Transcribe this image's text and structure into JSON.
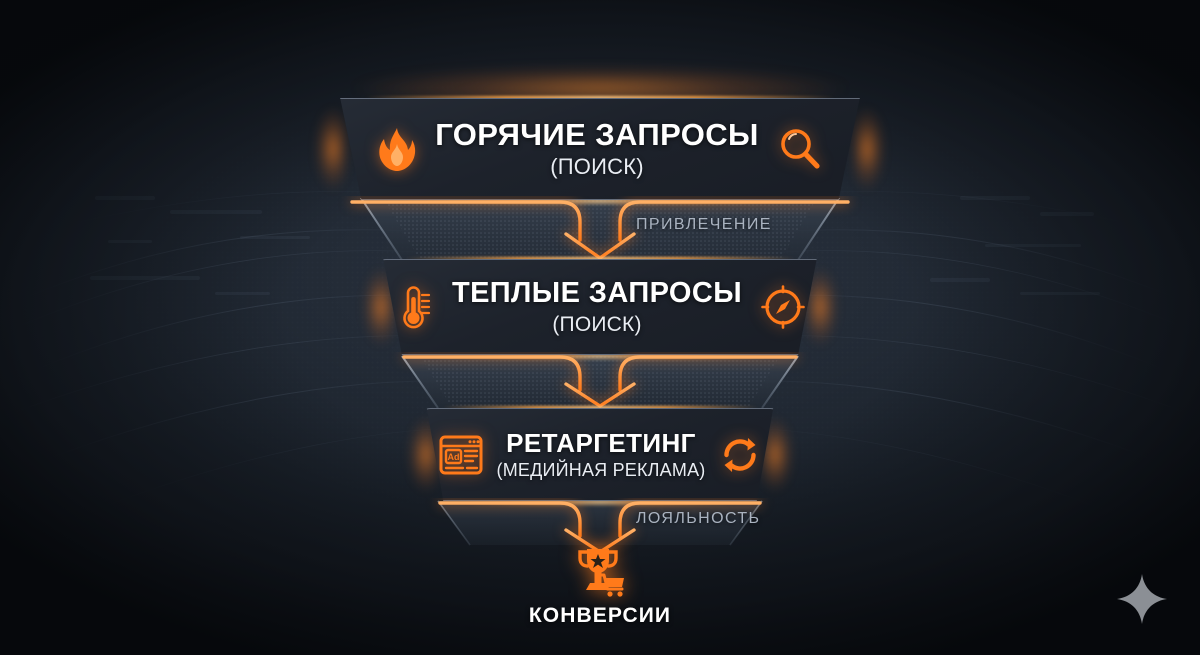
{
  "meta": {
    "background_color": "#1a212a",
    "accent_color": "#ff7a1a",
    "accent_light": "#ff9a45",
    "panel_color": "#1d222b",
    "border_color": "#9caabe",
    "text_color": "#ffffff",
    "muted_text_color": "#aab3c0"
  },
  "funnel": {
    "stages": [
      {
        "id": "hot-queries",
        "title": "ГОРЯЧИЕ ЗАПРОСЫ",
        "subtitle": "(ПОИСК)",
        "left_icon": "fire-icon",
        "right_icon": "magnifier-icon"
      },
      {
        "id": "warm-queries",
        "title": "ТЕПЛЫЕ ЗАПРОСЫ",
        "subtitle": "(ПОИСК)",
        "left_icon": "thermometer-icon",
        "right_icon": "compass-icon"
      },
      {
        "id": "retargeting",
        "title": "РЕТАРГЕТИНГ",
        "subtitle": "(МЕДИЙНАЯ РЕКЛАМА)",
        "left_icon": "ad-banner-icon",
        "right_icon": "refresh-cycle-icon"
      }
    ],
    "connectors": [
      {
        "id": "attraction",
        "label": "ПРИВЛЕЧЕНИЕ",
        "icon": "down-arrow-icon"
      },
      {
        "id": "loyalty",
        "label": "ЛОЯЛЬНОСТЬ",
        "icon": "down-arrow-icon"
      }
    ],
    "outcome": {
      "id": "conversions",
      "label": "КОНВЕРСИИ",
      "icon": "trophy-cart-icon"
    }
  },
  "watermark": {
    "icon": "sparkle-icon"
  }
}
